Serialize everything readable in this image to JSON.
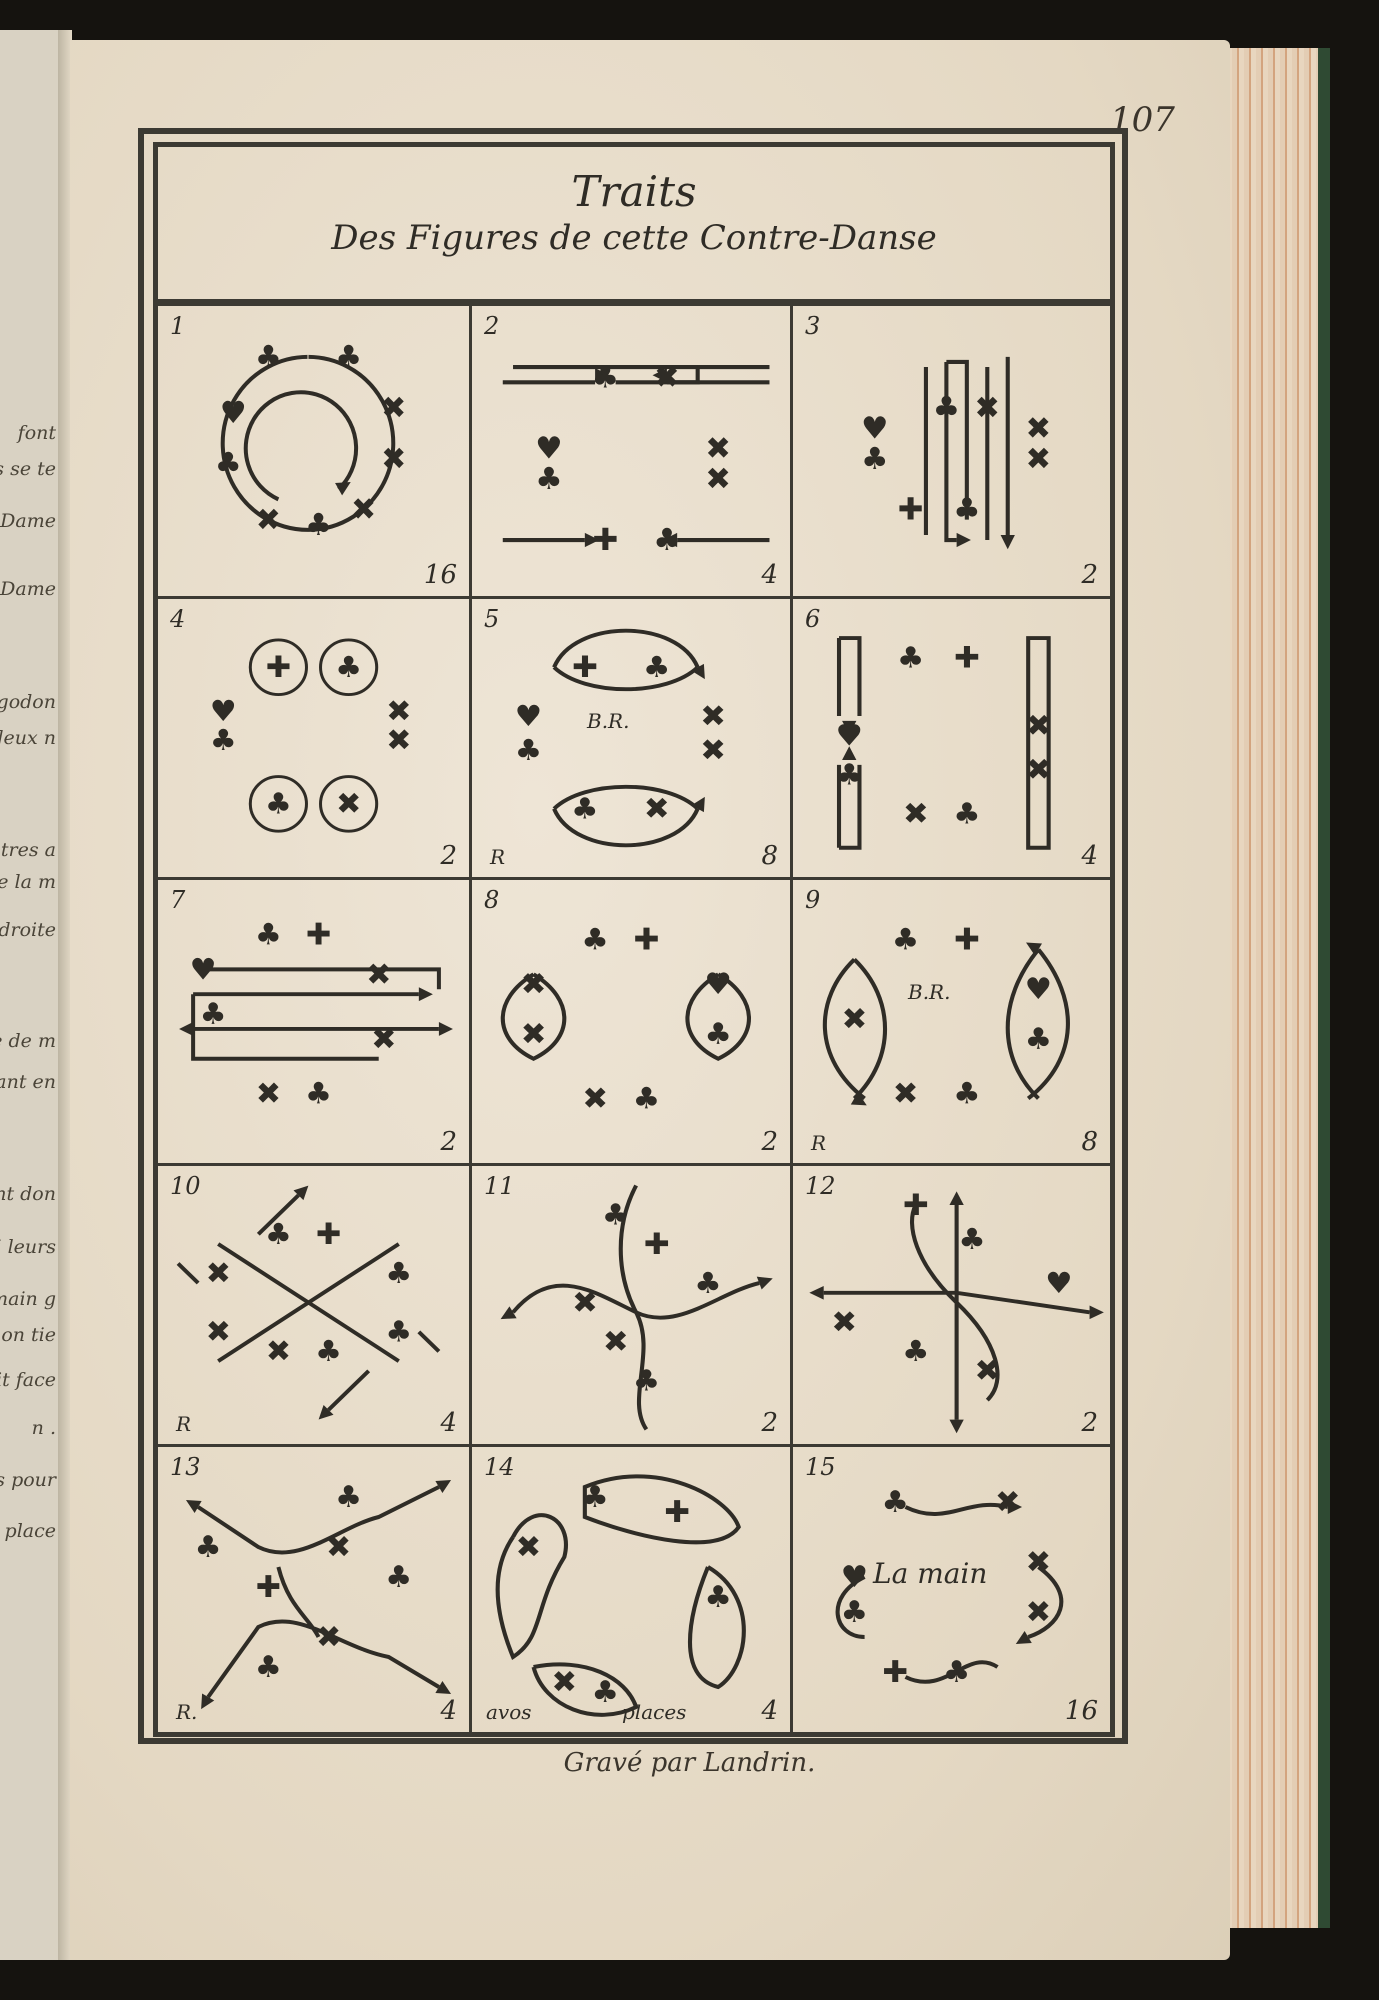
{
  "left_page_fragments": [
    "font",
    "s se te",
    "Dame",
    "Dame",
    "igodon",
    "s deux n",
    "atres a",
    "le la m",
    "droite",
    "ge de m",
    "vant en",
    "sont don",
    "i leurs",
    "main g",
    "l'on tie",
    "fait face",
    "n .",
    "es pour",
    "s place"
  ],
  "page_number": "107",
  "header": {
    "title": "Traits",
    "subtitle": "Des Figures de cette Contre-Danse"
  },
  "figures": [
    {
      "number": "1",
      "count": "16"
    },
    {
      "number": "2",
      "count": "4"
    },
    {
      "number": "3",
      "count": "2"
    },
    {
      "number": "4",
      "count": "2"
    },
    {
      "number": "5",
      "count": "8",
      "corner": "R",
      "label": "B.R."
    },
    {
      "number": "6",
      "count": "4"
    },
    {
      "number": "7",
      "count": "2"
    },
    {
      "number": "8",
      "count": "2"
    },
    {
      "number": "9",
      "count": "8",
      "corner": "R",
      "label": "B.R."
    },
    {
      "number": "10",
      "count": "4",
      "corner": "R"
    },
    {
      "number": "11",
      "count": "2"
    },
    {
      "number": "12",
      "count": "2"
    },
    {
      "number": "13",
      "count": "4",
      "corner": "R."
    },
    {
      "number": "14",
      "count": "4",
      "label": "avos",
      "label2": "places"
    },
    {
      "number": "15",
      "count": "16",
      "label": "La main"
    }
  ],
  "engraver": "Gravé par Landrin."
}
